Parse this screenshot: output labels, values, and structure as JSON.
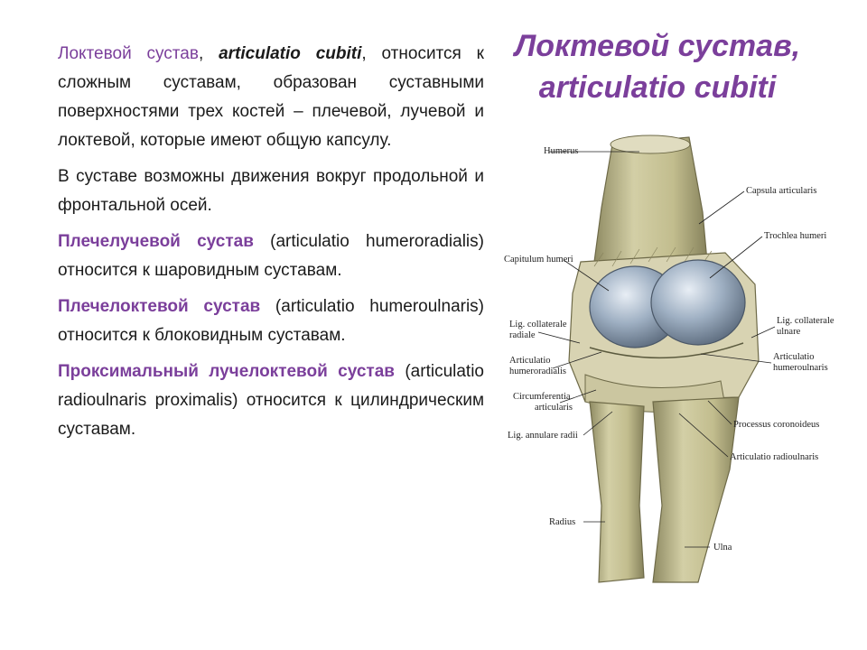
{
  "title": {
    "line1": "Локтевой сустав,",
    "line2": "articulatio cubiti"
  },
  "paragraphs": {
    "p1": {
      "name": "Локтевой сустав",
      "sep": ", ",
      "latin": "articulatio cubiti",
      "rest": ", относится к сложным суставам, образован суставными поверхностями трех костей – плечевой, лучевой и локтевой, которые имеют общую капсулу."
    },
    "p2": {
      "text": "В суставе возможны движения вокруг продольной и фронтальной осей."
    },
    "p3": {
      "name": "Плечелучевой сустав",
      "rest": " (articulatio humeroradialis) относится к шаровидным суставам."
    },
    "p4": {
      "name": "Плечелоктевой сустав",
      "rest": " (articulatio humeroulnaris) относится к блоковидным суставам."
    },
    "p5": {
      "name": "Проксимальный лучелоктевой сустав",
      "rest": " (articulatio radioulnaris proximalis) относится к цилиндрическим суставам."
    }
  },
  "figure_labels": {
    "humerus": "Humerus",
    "capsula": "Capsula articularis",
    "trochlea": "Trochlea humeri",
    "capitulum": "Capitulum humeri",
    "lig_coll_radiale_1": "Lig. collaterale",
    "lig_coll_radiale_2": "radiale",
    "lig_coll_ulnare_1": "Lig. collaterale",
    "lig_coll_ulnare_2": "ulnare",
    "art_humeroradialis_1": "Articulatio",
    "art_humeroradialis_2": "humeroradialis",
    "art_humeroulnaris_1": "Articulatio",
    "art_humeroulnaris_2": "humeroulnaris",
    "circumferentia_1": "Circumferentia",
    "circumferentia_2": "articularis",
    "processus": "Processus coronoideus",
    "lig_annulare": "Lig. annulare radii",
    "art_radioulnaris": "Articulatio radioulnaris",
    "radius": "Radius",
    "ulna": "Ulna"
  },
  "colors": {
    "accent": "#7b3f9b",
    "text": "#1b1b1b",
    "bone": "#c9c49a",
    "cartilage": "#a9b7c6"
  }
}
